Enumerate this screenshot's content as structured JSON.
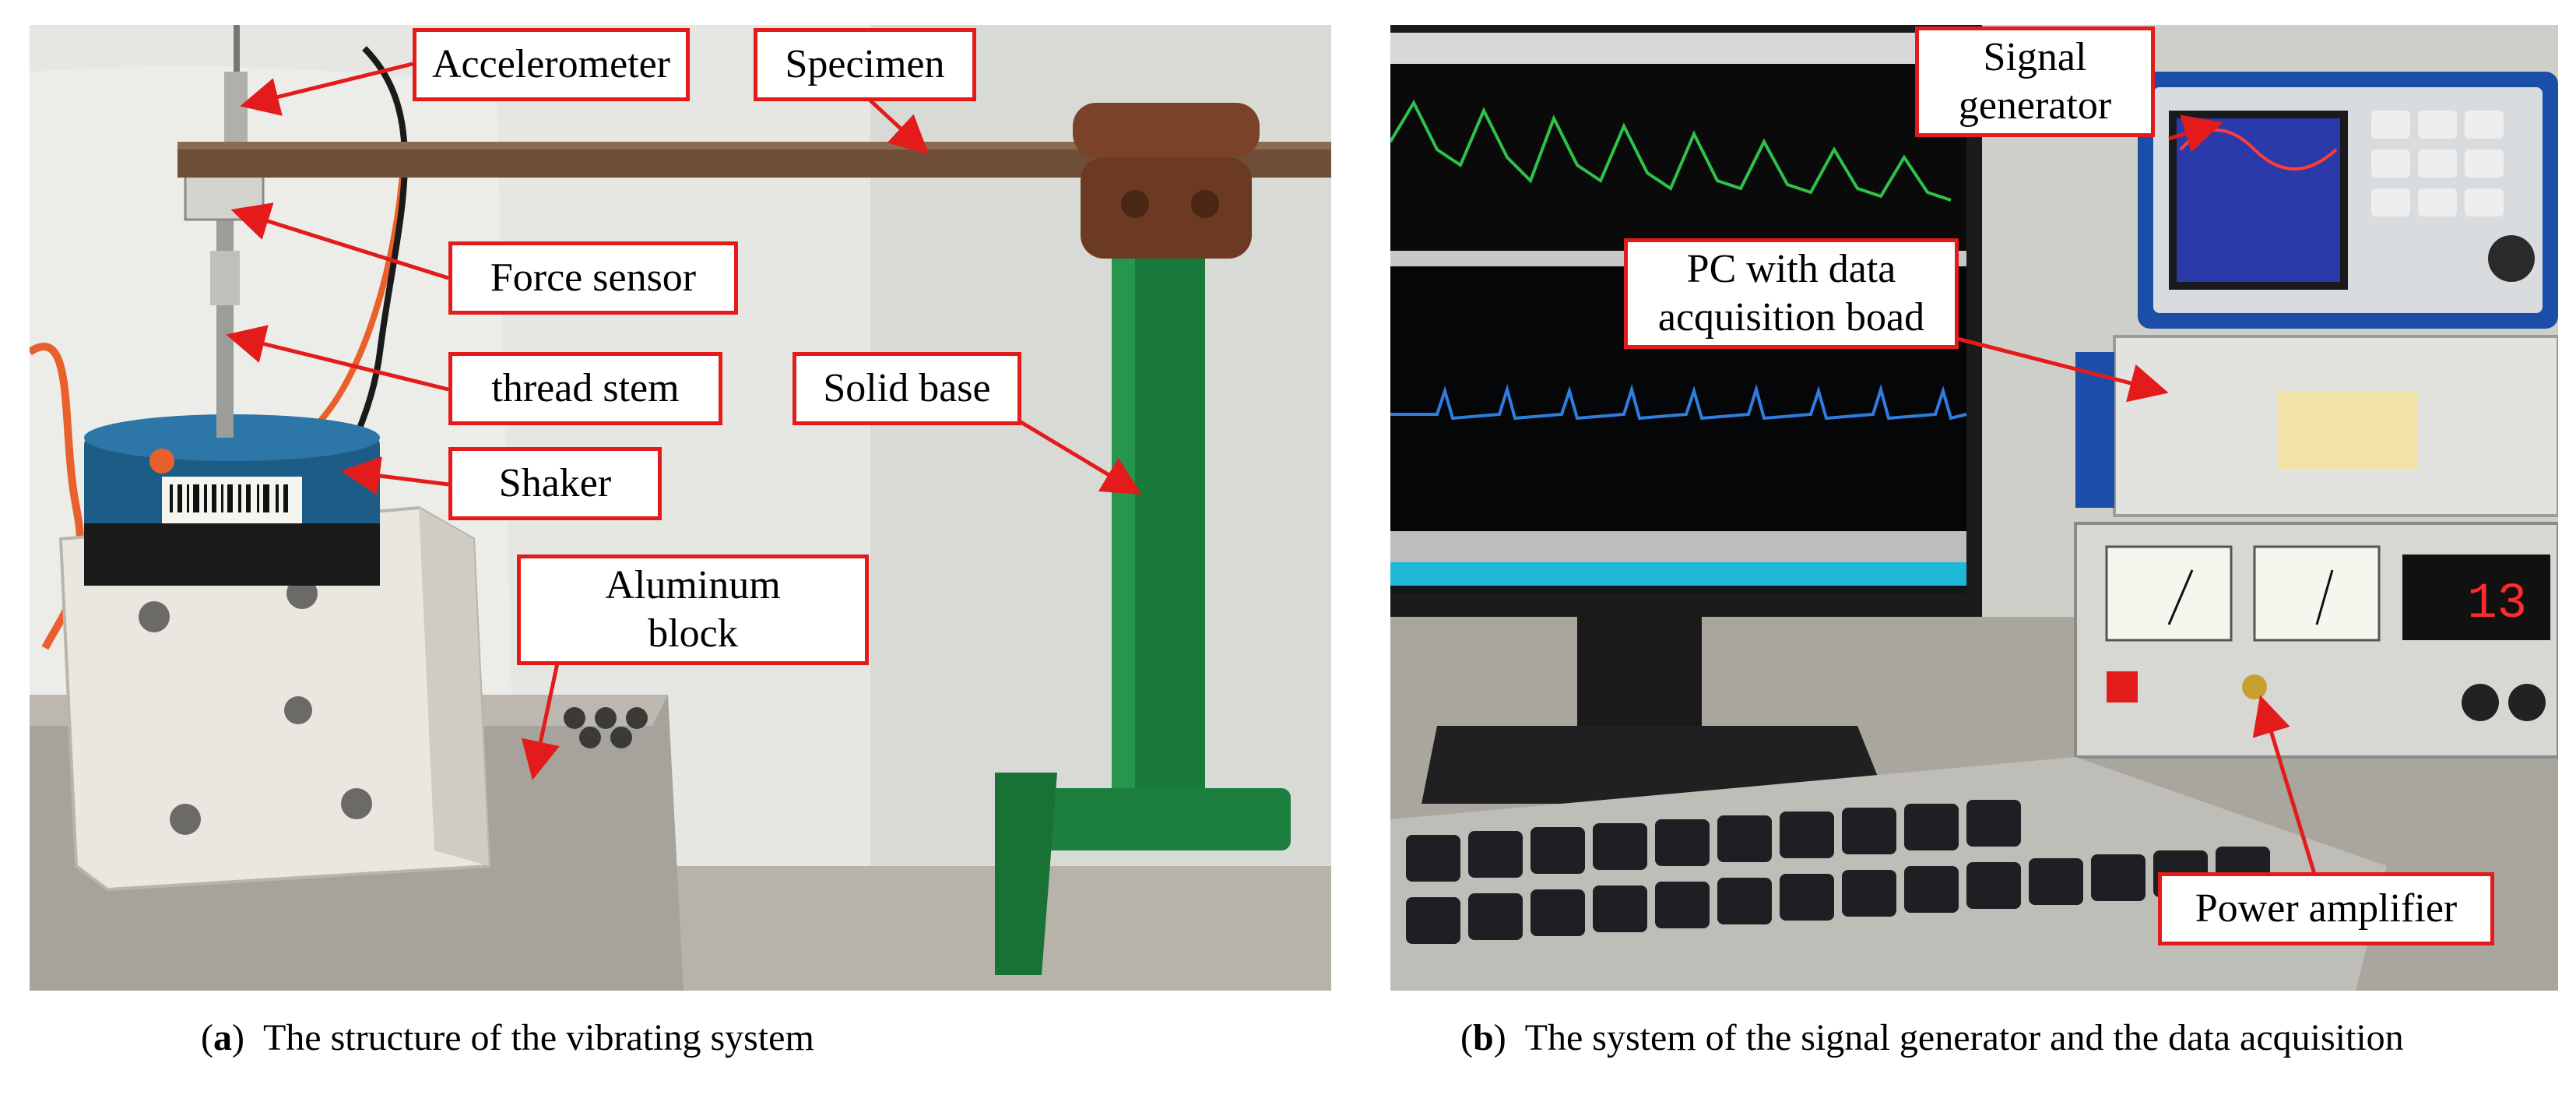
{
  "panel_a": {
    "labels": {
      "accelerometer": "Accelerometer",
      "specimen": "Specimen",
      "force_sensor": "Force  sensor",
      "thread_stem": "thread stem",
      "solid_base": "Solid base",
      "shaker": "Shaker",
      "aluminum_block": "Aluminum\nblock"
    },
    "caption": {
      "letter": "a",
      "text": "The structure of the vibrating system"
    }
  },
  "panel_b": {
    "labels": {
      "signal_generator": "Signal\ngenerator",
      "pc": "PC with data\nacquisition boad",
      "power_amplifier": "Power amplifier"
    },
    "display_reading": "13",
    "caption": {
      "letter": "b",
      "text": "The system of the signal generator and the data acquisition"
    }
  },
  "colors": {
    "callout_border": "#e31b1b",
    "arrow": "#e31b1b"
  }
}
